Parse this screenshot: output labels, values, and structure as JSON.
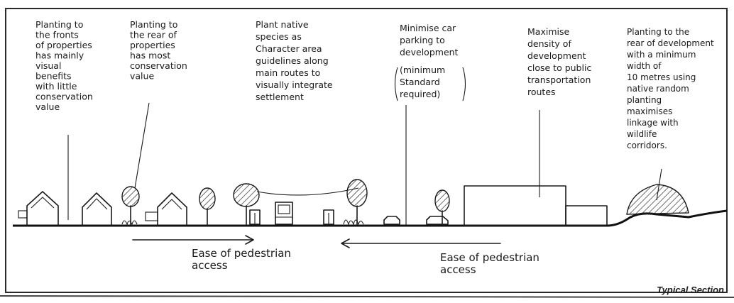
{
  "caption": "Typical Section",
  "annotations": [
    {
      "id": "fronts",
      "lines": [
        "Planting to",
        "the fronts",
        "of properties",
        "has mainly",
        "visual",
        "benefits",
        "with little",
        "conservation",
        "value"
      ]
    },
    {
      "id": "rear",
      "lines": [
        "Planting to",
        "the rear of",
        "properties",
        "has most",
        "conservation",
        "value"
      ]
    },
    {
      "id": "native",
      "lines": [
        "Plant native",
        "species as",
        "Character area",
        "guidelines along",
        "main routes to",
        "visually integrate",
        "settlement"
      ]
    },
    {
      "id": "parking",
      "lines": [
        "Minimise car",
        "parking to",
        "development"
      ]
    },
    {
      "id": "parking-standard",
      "lines": [
        "(minimum",
        "Standard",
        "required)"
      ]
    },
    {
      "id": "density",
      "lines": [
        "Maximise",
        "density of",
        "development",
        "close to public",
        "transportation",
        "routes"
      ]
    },
    {
      "id": "rear-dev",
      "lines": [
        "Planting to the",
        "rear of development",
        "with a minimum",
        "width of",
        "10 metres using",
        "native random",
        "planting",
        "maximises",
        "linkage with",
        "wildlife",
        "corridors."
      ]
    }
  ],
  "access_labels": [
    {
      "id": "left",
      "lines": [
        "Ease of pedestrian",
        "access"
      ]
    },
    {
      "id": "right",
      "lines": [
        "Ease of pedestrian",
        "access"
      ]
    }
  ],
  "icons": [
    "house-icon",
    "tree-icon",
    "bush-icon",
    "car-icon",
    "bus-stop-icon",
    "building-icon",
    "mound-icon",
    "arrow-icon"
  ]
}
